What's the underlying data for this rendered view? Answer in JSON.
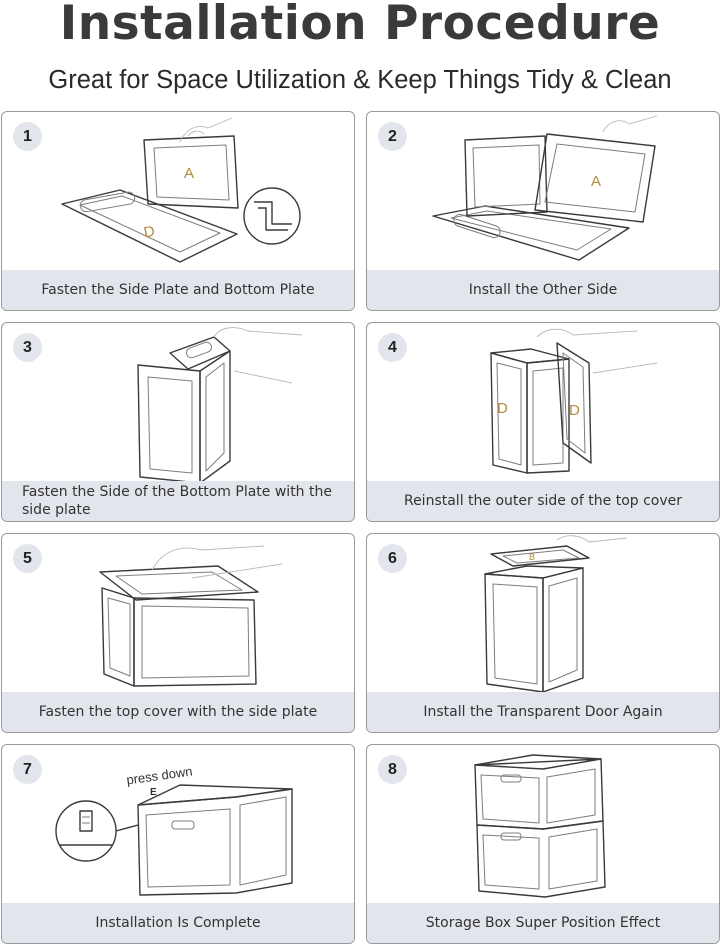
{
  "header": {
    "title": "Installation Procedure",
    "subtitle": "Great for Space Utilization & Keep Things Tidy & Clean"
  },
  "steps": [
    {
      "number": "1",
      "caption": "Fasten the Side Plate and Bottom Plate"
    },
    {
      "number": "2",
      "caption": "Install the Other Side"
    },
    {
      "number": "3",
      "caption": "Fasten the Side of the Bottom Plate with the side plate"
    },
    {
      "number": "4",
      "caption": "Reinstall the outer side of the top cover"
    },
    {
      "number": "5",
      "caption": "Fasten the top cover with the side plate"
    },
    {
      "number": "6",
      "caption": "Install the Transparent Door Again"
    },
    {
      "number": "7",
      "caption": "Installation Is Complete"
    },
    {
      "number": "8",
      "caption": "Storage Box Super Position Effect"
    }
  ],
  "illustration_labels": {
    "plate_a": "A",
    "plate_d": "D",
    "press_down": "press down",
    "marker_e": "E"
  }
}
